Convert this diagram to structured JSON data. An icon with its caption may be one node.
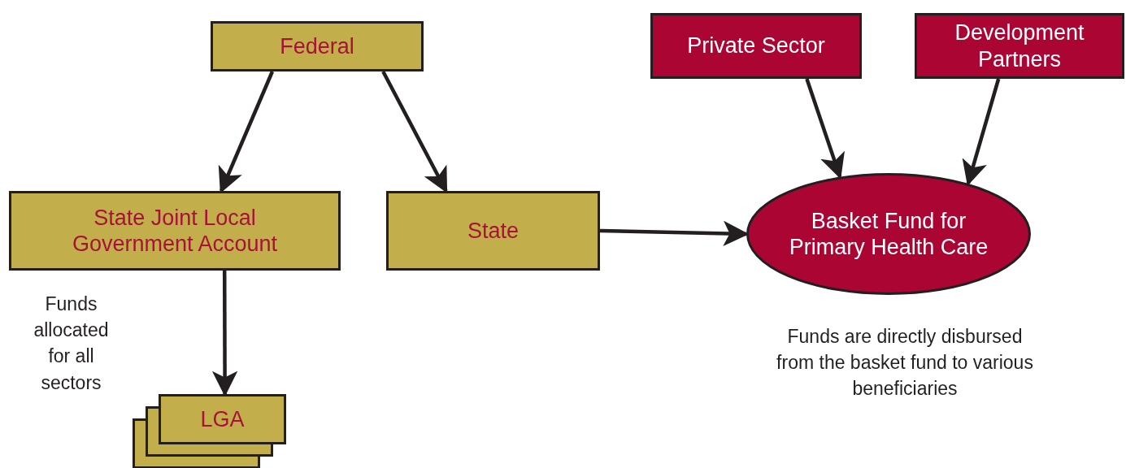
{
  "diagram": {
    "nodes": [
      {
        "text": [
          "Federal"
        ]
      },
      {
        "text": [
          "Private Sector"
        ]
      },
      {
        "text": [
          "Development Partners"
        ]
      },
      {
        "text": [
          "State Joint Local Government Account"
        ],
        "beside": [
          "Funds allocated for all sectors"
        ]
      },
      {
        "text": [
          "State"
        ]
      },
      {
        "text": [
          "Basket Fund for Primary Health Care"
        ],
        "beside": [
          "Funds are directly disbursed from the basket fund to various beneficiaries"
        ]
      },
      {
        "text": [
          "LGA"
        ]
      }
    ],
    "edges": [
      {
        "from": 0,
        "to": 3,
        "arrow": "to"
      },
      {
        "from": 0,
        "to": 4,
        "arrow": "to"
      },
      {
        "from": 1,
        "to": 5,
        "arrow": "to"
      },
      {
        "from": 2,
        "to": 5,
        "arrow": "to"
      },
      {
        "from": 4,
        "to": 5,
        "arrow": "to"
      },
      {
        "from": 3,
        "to": 6,
        "arrow": "to"
      }
    ]
  }
}
